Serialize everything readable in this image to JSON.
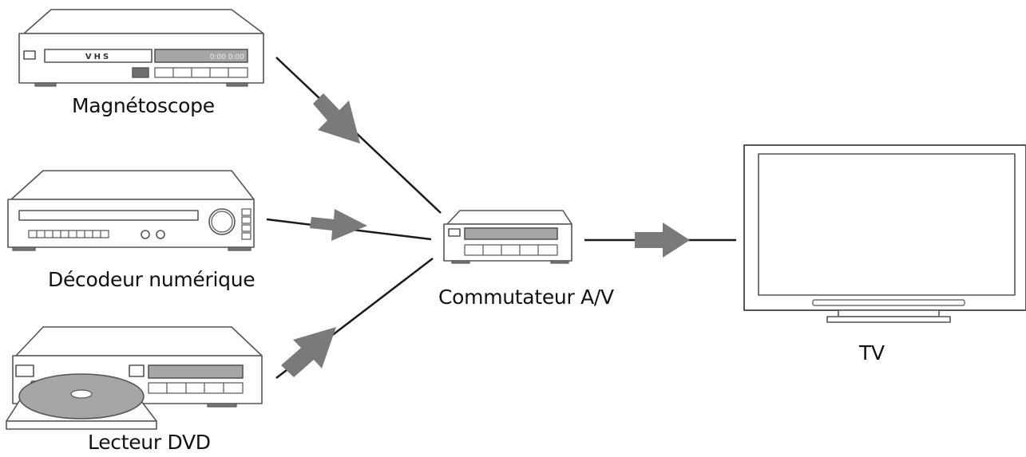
{
  "devices": {
    "vcr": {
      "label": "Magnétoscope",
      "tape_text": "VHS",
      "time_text": "0:00 0:00"
    },
    "decoder": {
      "label": "Décodeur numérique"
    },
    "dvd": {
      "label": "Lecteur DVD"
    },
    "switch": {
      "label": "Commutateur A/V"
    },
    "tv": {
      "label": "TV"
    }
  },
  "colors": {
    "line": "#1a1a1a",
    "arrow": "#7a7a7a",
    "panel": "#a6a6a6",
    "outline": "#555555"
  }
}
